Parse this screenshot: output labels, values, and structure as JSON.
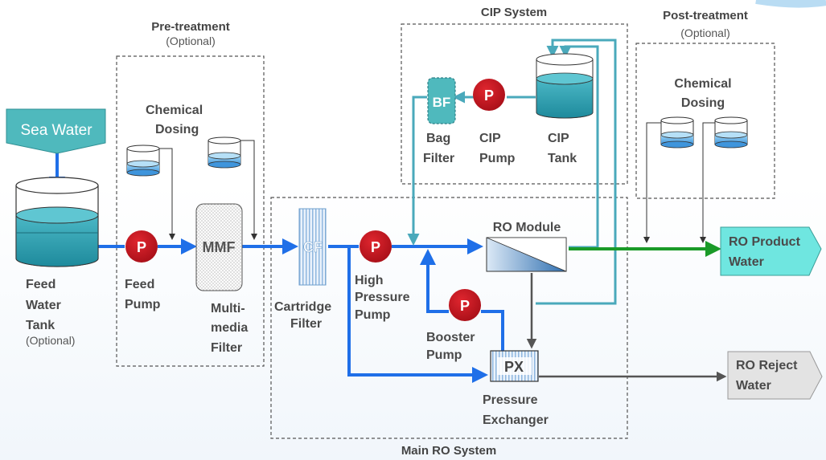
{
  "sections": {
    "pretreatment": {
      "title": "Pre-treatment",
      "note": "(Optional)"
    },
    "cip": {
      "title": "CIP System"
    },
    "posttreatment": {
      "title": "Post-treatment",
      "note": "(Optional)"
    },
    "main": {
      "title": "Main RO System"
    }
  },
  "source": {
    "label": "Sea Water"
  },
  "feed_tank": {
    "lines": [
      "Feed",
      "Water",
      "Tank"
    ],
    "note": "(Optional)"
  },
  "chemical_dosing_pre": {
    "lines": [
      "Chemical",
      "Dosing"
    ]
  },
  "chemical_dosing_post": {
    "lines": [
      "Chemical",
      "Dosing"
    ]
  },
  "pumps": {
    "symbol": "P",
    "feed": {
      "lines": [
        "Feed",
        "Pump"
      ]
    },
    "high_pressure": {
      "lines": [
        "High",
        "Pressure",
        "Pump"
      ]
    },
    "booster": {
      "lines": [
        "Booster",
        "Pump"
      ]
    },
    "cip": {
      "lines": [
        "CIP",
        "Pump"
      ]
    }
  },
  "mmf": {
    "symbol": "MMF",
    "lines": [
      "Multi-",
      "media",
      "Filter"
    ]
  },
  "cf": {
    "symbol": "CF",
    "lines": [
      "Cartridge",
      "Filter"
    ]
  },
  "bf": {
    "symbol": "BF",
    "lines": [
      "Bag",
      "Filter"
    ]
  },
  "cip_tank": {
    "lines": [
      "CIP",
      "Tank"
    ]
  },
  "ro_module": {
    "label": "RO Module"
  },
  "px": {
    "symbol": "PX",
    "lines": [
      "Pressure",
      "Exchanger"
    ]
  },
  "outputs": {
    "product": {
      "lines": [
        "RO Product",
        "Water"
      ]
    },
    "reject": {
      "lines": [
        "RO Reject",
        "Water"
      ]
    }
  },
  "colors": {
    "feed_pipe": "#1f6fe8",
    "cip_pipe": "#4aa9bb",
    "product_pipe": "#1a9a28",
    "reject_pipe": "#555555",
    "pump": "#c8141e",
    "product_box": "#6fe6e0",
    "reject_box": "#e3e3e3",
    "sea_water": "#4fb9bd"
  }
}
